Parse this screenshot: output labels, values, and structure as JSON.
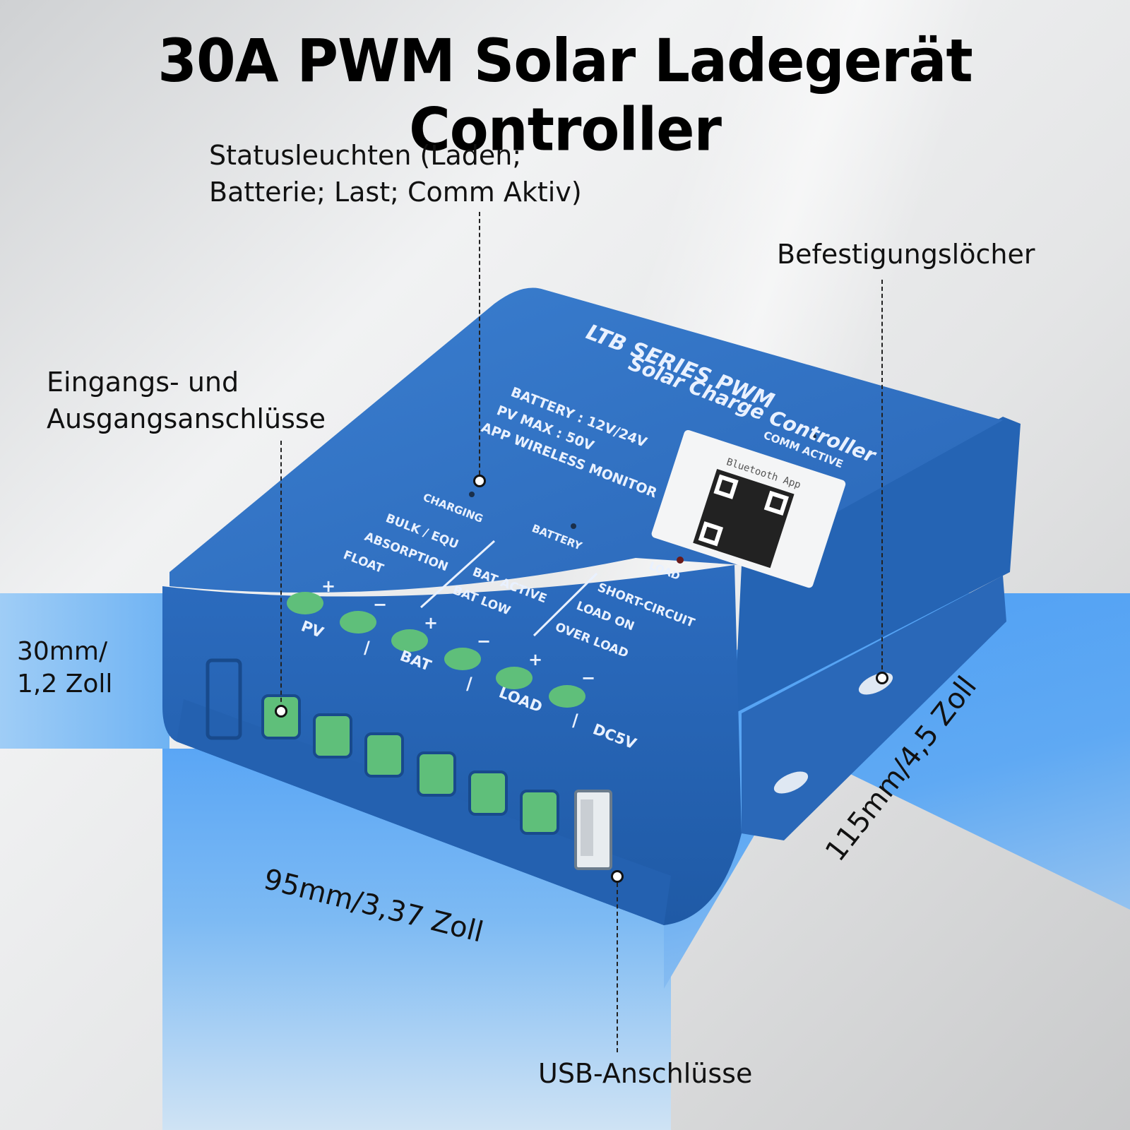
{
  "title": "30A PWM Solar Ladegerät Controller",
  "callouts": {
    "status_lights_line1": "Statusleuchten (Laden;",
    "status_lights_line2": "Batterie; Last; Comm Aktiv)",
    "mounting_holes": "Befestigungslöcher",
    "terminals_line1": "Eingangs- und",
    "terminals_line2": "Ausgangsanschlüsse",
    "usb_ports": "USB-Anschlüsse"
  },
  "dimensions": {
    "height_line1": "30mm/",
    "height_line2": "1,2 Zoll",
    "width": "95mm/3,37 Zoll",
    "depth": "115mm/4,5 Zoll"
  },
  "device": {
    "series_line1": "LTB SERIES PWM",
    "series_line2": "Solar Charge Controller",
    "spec_battery": "BATTERY : 12V/24V",
    "spec_pv": "PV MAX : 50V",
    "spec_app": "APP WIRELESS MONITOR",
    "led_comm": "COMM ACTIVE",
    "led_charging": "CHARGING",
    "led_battery": "BATTERY",
    "led_load": "LOAD",
    "qr_caption": "Bluetooth App",
    "charging_modes": [
      "BULK / EQU",
      "ABSORPTION",
      "FLOAT"
    ],
    "battery_modes": [
      "BAT ACTIVE",
      "BAT LOW"
    ],
    "load_modes": [
      "SHORT-CIRCUIT",
      "LOAD ON",
      "OVER LOAD"
    ],
    "terminal_signs": [
      "+",
      "−",
      "+",
      "−",
      "+",
      "−"
    ],
    "terminal_groups": [
      "PV",
      "BAT",
      "LOAD",
      "DC5V"
    ],
    "separator": "/"
  },
  "colors": {
    "housing": "#2f6fc2",
    "housing_dark": "#1f56a0",
    "terminal": "#5fbf7a",
    "band": "#5aa6f5"
  }
}
